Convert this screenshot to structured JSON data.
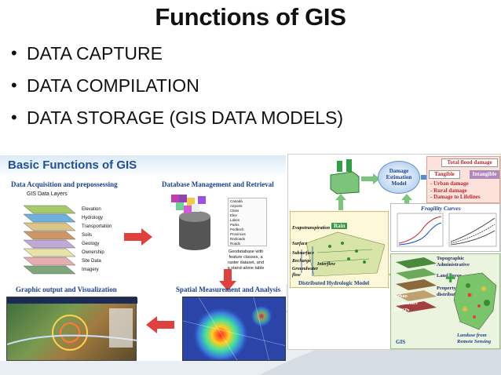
{
  "slide": {
    "title": "Functions of GIS",
    "bullets": [
      "DATA CAPTURE",
      "DATA COMPILATION",
      "DATA STORAGE (GIS DATA MODELS)"
    ]
  },
  "left_figure": {
    "heading": "Basic Functions of GIS",
    "acquisition_label": "Data Acquisition and prepossessing",
    "layers_title": "GIS Data Layers",
    "layers": [
      "Elevation",
      "Hydrology",
      "Transportation",
      "Soils",
      "Geology",
      "Ownership",
      "Site Data",
      "Imagery"
    ],
    "database_label": "Database Management and Retrieval",
    "db_list": [
      "Canada",
      "Airports",
      "Cities",
      "Elev",
      "Lakes",
      "Parks",
      "Psoftech",
      "Provinces",
      "Railroads",
      "Roads"
    ],
    "db_caption": [
      "Geodatabase with",
      "feature classes, a",
      "raster dataset, and",
      "a stand-alone table"
    ],
    "output_label": "Graphic output and Visualization",
    "spatial_label": "Spatial Measurement and Analysis"
  },
  "right_figure": {
    "total_damage": "Total flood damage",
    "tangible": "Tangible",
    "intangible": "Intangible",
    "damage_items": [
      "- Urban damage",
      "- Rural damage",
      "- Damage to Lifelines"
    ],
    "damage_model": [
      "Damage",
      "Estimation",
      "Model"
    ],
    "fragility_title": "Fragility Curves",
    "rain": "Rain",
    "hydro_terms": [
      "Evapotranspiration",
      "Surface",
      "Subsurface",
      "Recharge",
      "Groundwater",
      "flow",
      "Interflow"
    ],
    "hydro_model": "Distributed Hydrologic Model",
    "gis_layers": [
      "Topographic",
      "Administrative",
      "Land cover",
      "Property",
      "distribution"
    ],
    "stack_labels": [
      "Urban",
      "Agriculture",
      "DMSPs"
    ],
    "gis_label": "GIS",
    "landuse": [
      "Landuse from",
      "Remote Sensing"
    ]
  },
  "colors": {
    "heading_blue": "#1f4e9c",
    "label_blue": "#1c3f8f",
    "arrow_red": "#e0413d",
    "arrow_green": "#3aa34a",
    "damage_red": "#c0272d"
  }
}
